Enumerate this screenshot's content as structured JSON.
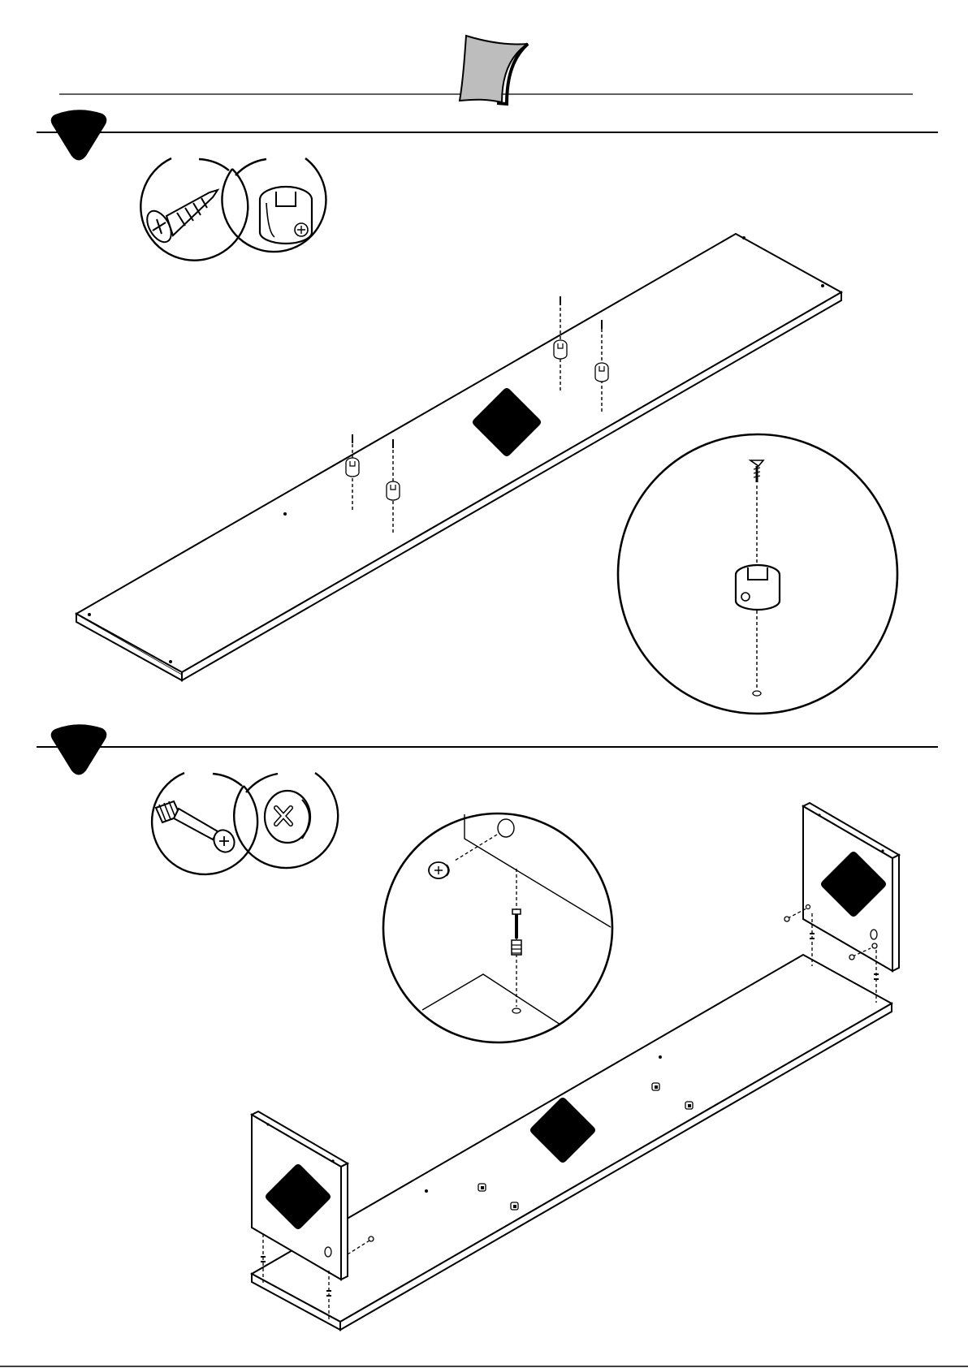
{
  "document": {
    "type": "assembly-instructions-page",
    "printed_text": [],
    "steps": [
      {
        "parts": [
          "wood-screw-icon",
          "shelf-support-clip-icon"
        ],
        "panels": [
          "long-panel"
        ]
      },
      {
        "parts": [
          "cam-bolt-icon",
          "cam-lock-nut-icon"
        ],
        "panels": [
          "bottom-panel",
          "side-panel-left",
          "side-panel-right"
        ]
      }
    ],
    "colors": {
      "ink": "#000000",
      "header_fill": "#bdbdbd",
      "paper": "#ffffff"
    }
  }
}
